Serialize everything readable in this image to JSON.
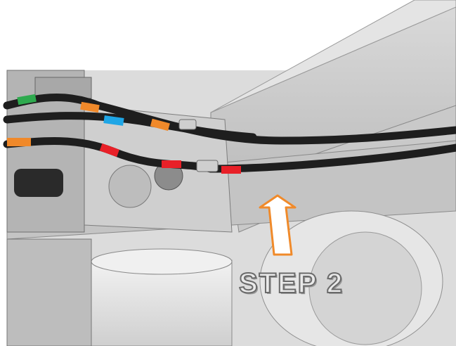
{
  "diagram": {
    "step_label": "STEP 2",
    "arrow_color": "#f08a2a",
    "hose_color": "#1e1e1e",
    "band_colors": {
      "green": "#2eaa4e",
      "orange": "#f0892a",
      "blue": "#1fa6e6",
      "red": "#e82028"
    },
    "icons": {
      "hoses": "air-brake-hoses",
      "arrow": "up-pointing-arrow",
      "bracket": "hose-mounting-bracket"
    }
  }
}
